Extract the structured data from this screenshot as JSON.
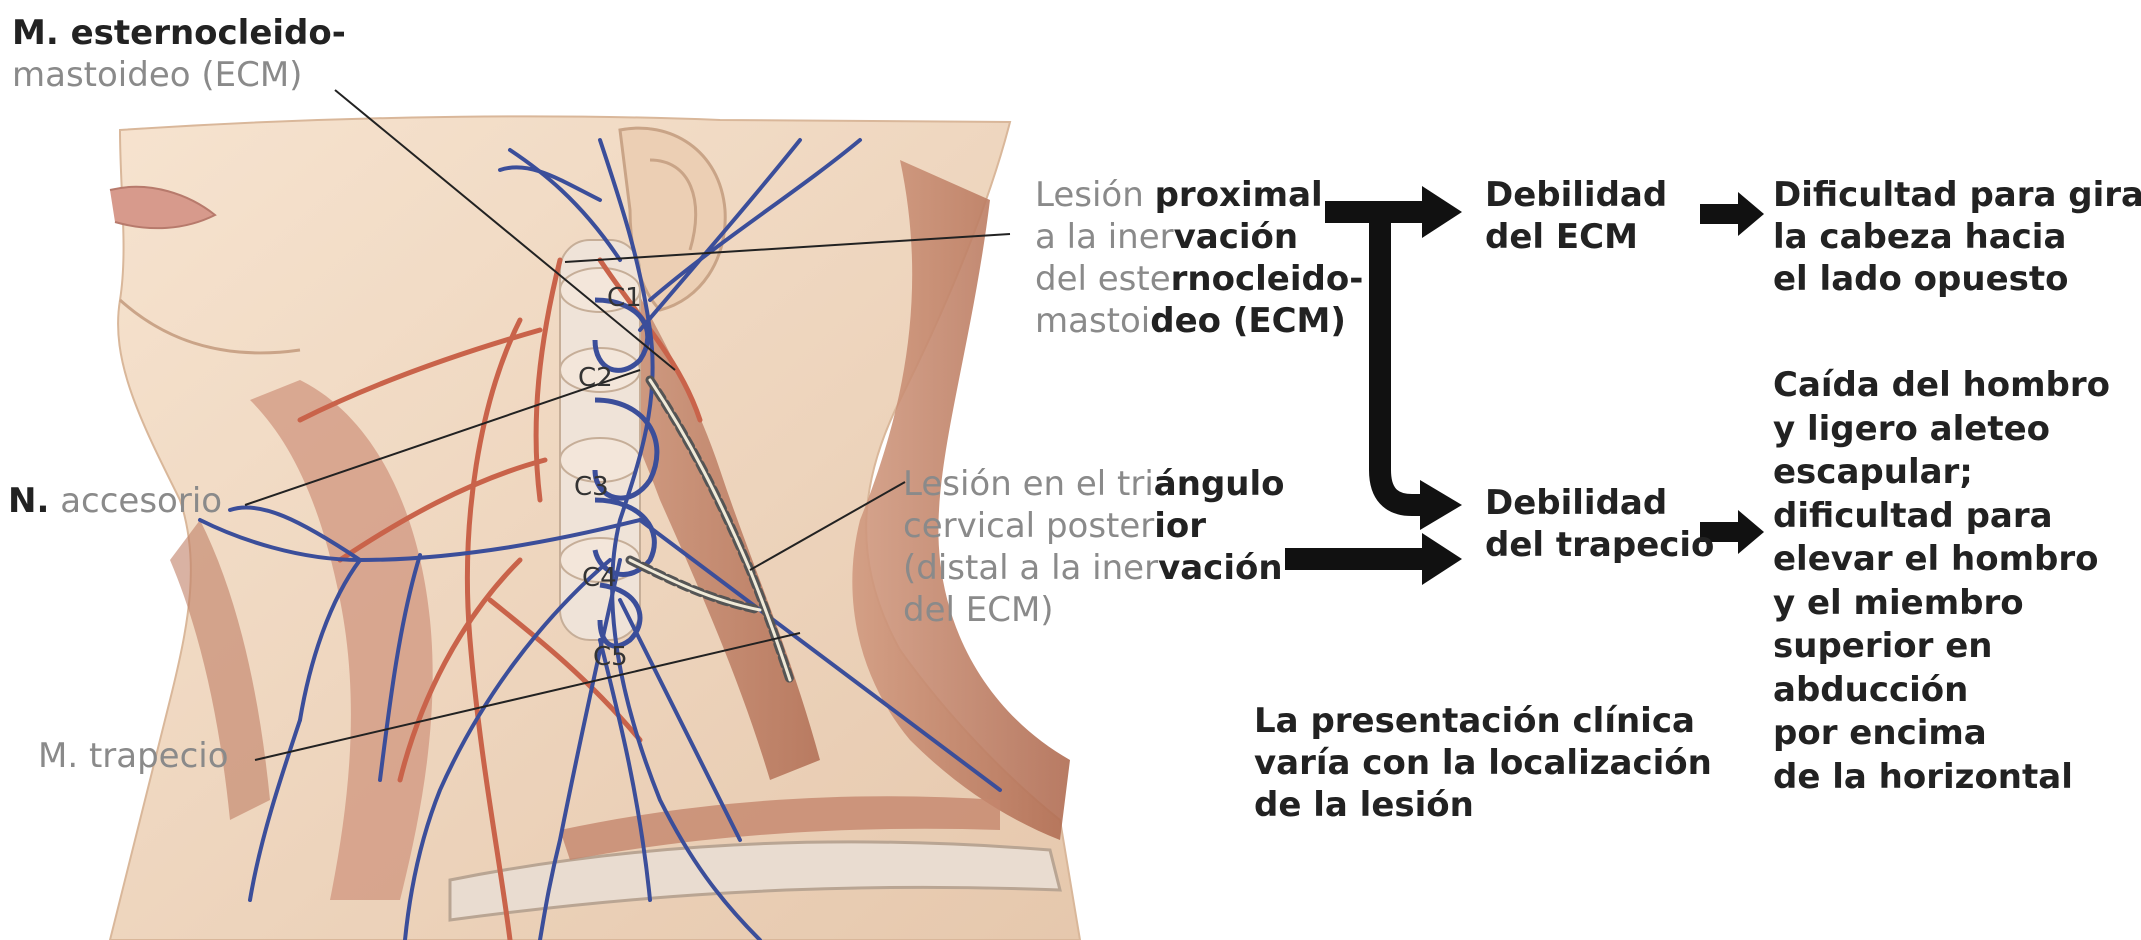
{
  "labels": {
    "scm_muscle": [
      "M. esternocleido-",
      "mastoideo (ECM)"
    ],
    "accessory_nerve": {
      "prefix": "N.",
      "rest": "accesorio"
    },
    "trapezius_muscle": "M. trapecio",
    "vertebra": [
      "C1",
      "C2",
      "C3",
      "C4",
      "C5"
    ]
  },
  "lesions": {
    "proximal": {
      "l1_a": "Lesión ",
      "l1_b": "proximal",
      "l2_a": "a la iner",
      "l2_b": "vación",
      "l3_a": "del este",
      "l3_b": "rnocleido-",
      "l4_a": "mastoi",
      "l4_b": "deo (ECM)"
    },
    "distal": {
      "l1_a": "Lesión en el tri",
      "l1_b": "ángulo",
      "l2_a": "cervical poster",
      "l2_b": "ior",
      "l3_a": "(distal a la iner",
      "l3_b": "vación",
      "l4": "del ECM)"
    }
  },
  "effects": {
    "scm_weakness": [
      "Debilidad",
      "del ECM"
    ],
    "trap_weakness": [
      "Debilidad",
      "del trapecio"
    ]
  },
  "outcomes": {
    "scm": [
      "Dificultad para girar",
      "la cabeza hacia",
      "el lado opuesto"
    ],
    "trap": [
      "Caída del hombro",
      "y ligero aleteo",
      "escapular;",
      "dificultad para",
      "elevar el hombro",
      "y el miembro",
      "superior en",
      "abducción",
      "por encima",
      "de la horizontal"
    ]
  },
  "note": [
    "La presentación clínica",
    "varía con la localización",
    "de la lesión"
  ],
  "colors": {
    "skin": "#f2dcc6",
    "skin_shadow": "#e3c2a5",
    "muscle": "#c8876b",
    "muscle_dark": "#a5654c",
    "nerve": "#3b4e9a",
    "artery": "#c9634a",
    "text_dark": "#222222",
    "text_grey": "#8a8a8a",
    "arrow": "#111111"
  }
}
